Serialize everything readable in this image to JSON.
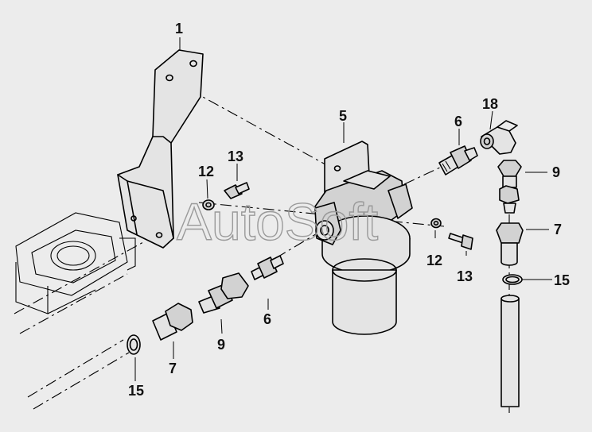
{
  "watermark": "AutoSoft",
  "callouts": [
    {
      "id": "c1",
      "text": "1"
    },
    {
      "id": "c5",
      "text": "5"
    },
    {
      "id": "c6a",
      "text": "6"
    },
    {
      "id": "c18",
      "text": "18"
    },
    {
      "id": "c9a",
      "text": "9"
    },
    {
      "id": "c13a",
      "text": "13"
    },
    {
      "id": "c12a",
      "text": "12"
    },
    {
      "id": "c7a",
      "text": "7"
    },
    {
      "id": "c12b",
      "text": "12"
    },
    {
      "id": "c13b",
      "text": "13"
    },
    {
      "id": "c15a",
      "text": "15"
    },
    {
      "id": "c6b",
      "text": "6"
    },
    {
      "id": "c9b",
      "text": "9"
    },
    {
      "id": "c7b",
      "text": "7"
    },
    {
      "id": "c15b",
      "text": "15"
    }
  ]
}
